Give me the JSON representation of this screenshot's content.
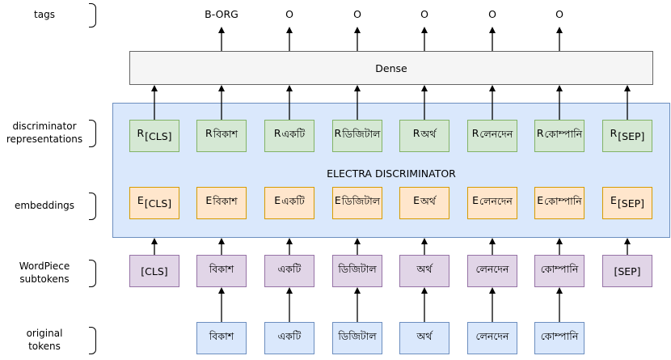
{
  "row_labels": {
    "tags": "tags",
    "disc_line1": "discriminator",
    "disc_line2": "representations",
    "embeddings": "embeddings",
    "wp_line1": "WordPiece",
    "wp_line2": "subtokens",
    "orig_line1": "original",
    "orig_line2": "tokens"
  },
  "tags": [
    "B-ORG",
    "O",
    "O",
    "O",
    "O",
    "O"
  ],
  "dense_label": "Dense",
  "electra_label": "ELECTRA DISCRIMINATOR",
  "disc_prefix": "R",
  "emb_prefix": "E",
  "subtokens": [
    "[CLS]",
    "বিকাশ",
    "একটি",
    "ডিজিটাল",
    "অর্থ",
    "লেনদেন",
    "কোম্পানি",
    "[SEP]"
  ],
  "original_tokens": [
    "বিকাশ",
    "একটি",
    "ডিজিটাল",
    "অর্থ",
    "লেনদেন",
    "কোম্পানি"
  ],
  "colors": {
    "green_fill": "#d5e8d4",
    "green_border": "#82b366",
    "orange_fill": "#ffe6cc",
    "orange_border": "#d79b00",
    "purple_fill": "#e1d5e7",
    "purple_border": "#9673a6",
    "blue_fill": "#dae8fc",
    "blue_border": "#6c8ebf",
    "dense_fill": "#f5f5f5",
    "dense_border": "#666666"
  }
}
